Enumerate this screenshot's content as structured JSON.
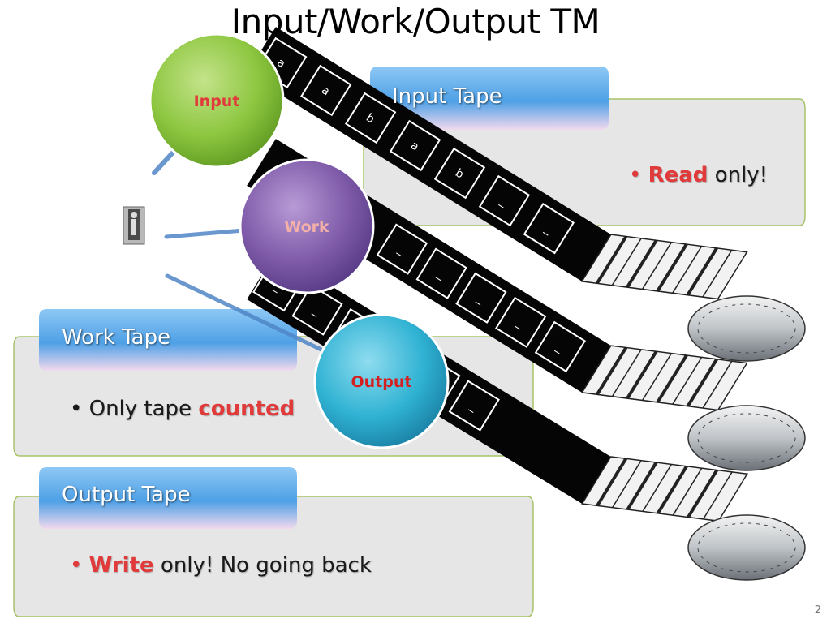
{
  "slide": {
    "title": "Input/Work/Output TM",
    "number": "2"
  },
  "circles": {
    "input": "Input",
    "work": "Work",
    "output": "Output"
  },
  "boxes": {
    "input_tape": {
      "label": "Input Tape",
      "bullet_highlight": "Read",
      "bullet_rest": " only!"
    },
    "work_tape": {
      "label": "Work Tape",
      "bullet_pre": "Only tape ",
      "bullet_highlight": "counted"
    },
    "output_tape": {
      "label": "Output Tape",
      "bullet_highlight": "Write",
      "bullet_rest": " only! No going back"
    }
  },
  "tapes": {
    "input_cells": [
      "a",
      "a",
      "b",
      "a",
      "b",
      "_",
      "_"
    ],
    "work_cells": [
      "_",
      "_",
      "_",
      "_",
      "_"
    ],
    "output_cells": [
      "_",
      "_",
      "_",
      "_",
      "_",
      "_"
    ]
  },
  "colors": {
    "input_circle": "#8cc63f",
    "work_circle": "#7e5aa8",
    "output_circle": "#2fb2d3",
    "highlight_red": "#e03a3a",
    "label_blue": "#5aa9e8",
    "box_fill": "#e6e6e6"
  }
}
